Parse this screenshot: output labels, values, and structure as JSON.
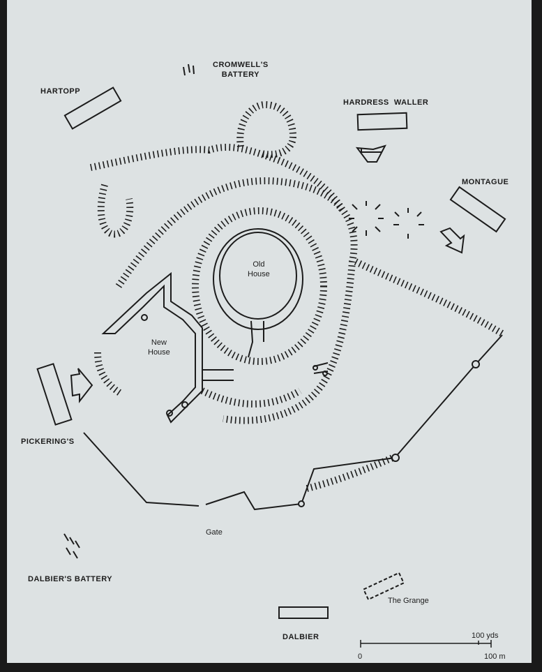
{
  "map": {
    "labels": {
      "cromwell": [
        "CROMWELL'S",
        "BATTERY"
      ],
      "hartopp": "HARTOPP",
      "waller": "HARDRESS  WALLER",
      "montague": "MONTAGUE",
      "old_house": [
        "Old",
        "House"
      ],
      "new_house": [
        "New",
        "House"
      ],
      "pickering": "PICKERING'S",
      "gate": "Gate",
      "dalbier_battery": "DALBIER'S BATTERY",
      "grange": "The Grange",
      "dalbier": "DALBIER"
    },
    "scale": {
      "yards": "100 yds",
      "zero": "0",
      "metres": "100 m"
    },
    "colors": {
      "paper": "#dde2e3",
      "ink": "#1c1c1c"
    }
  }
}
